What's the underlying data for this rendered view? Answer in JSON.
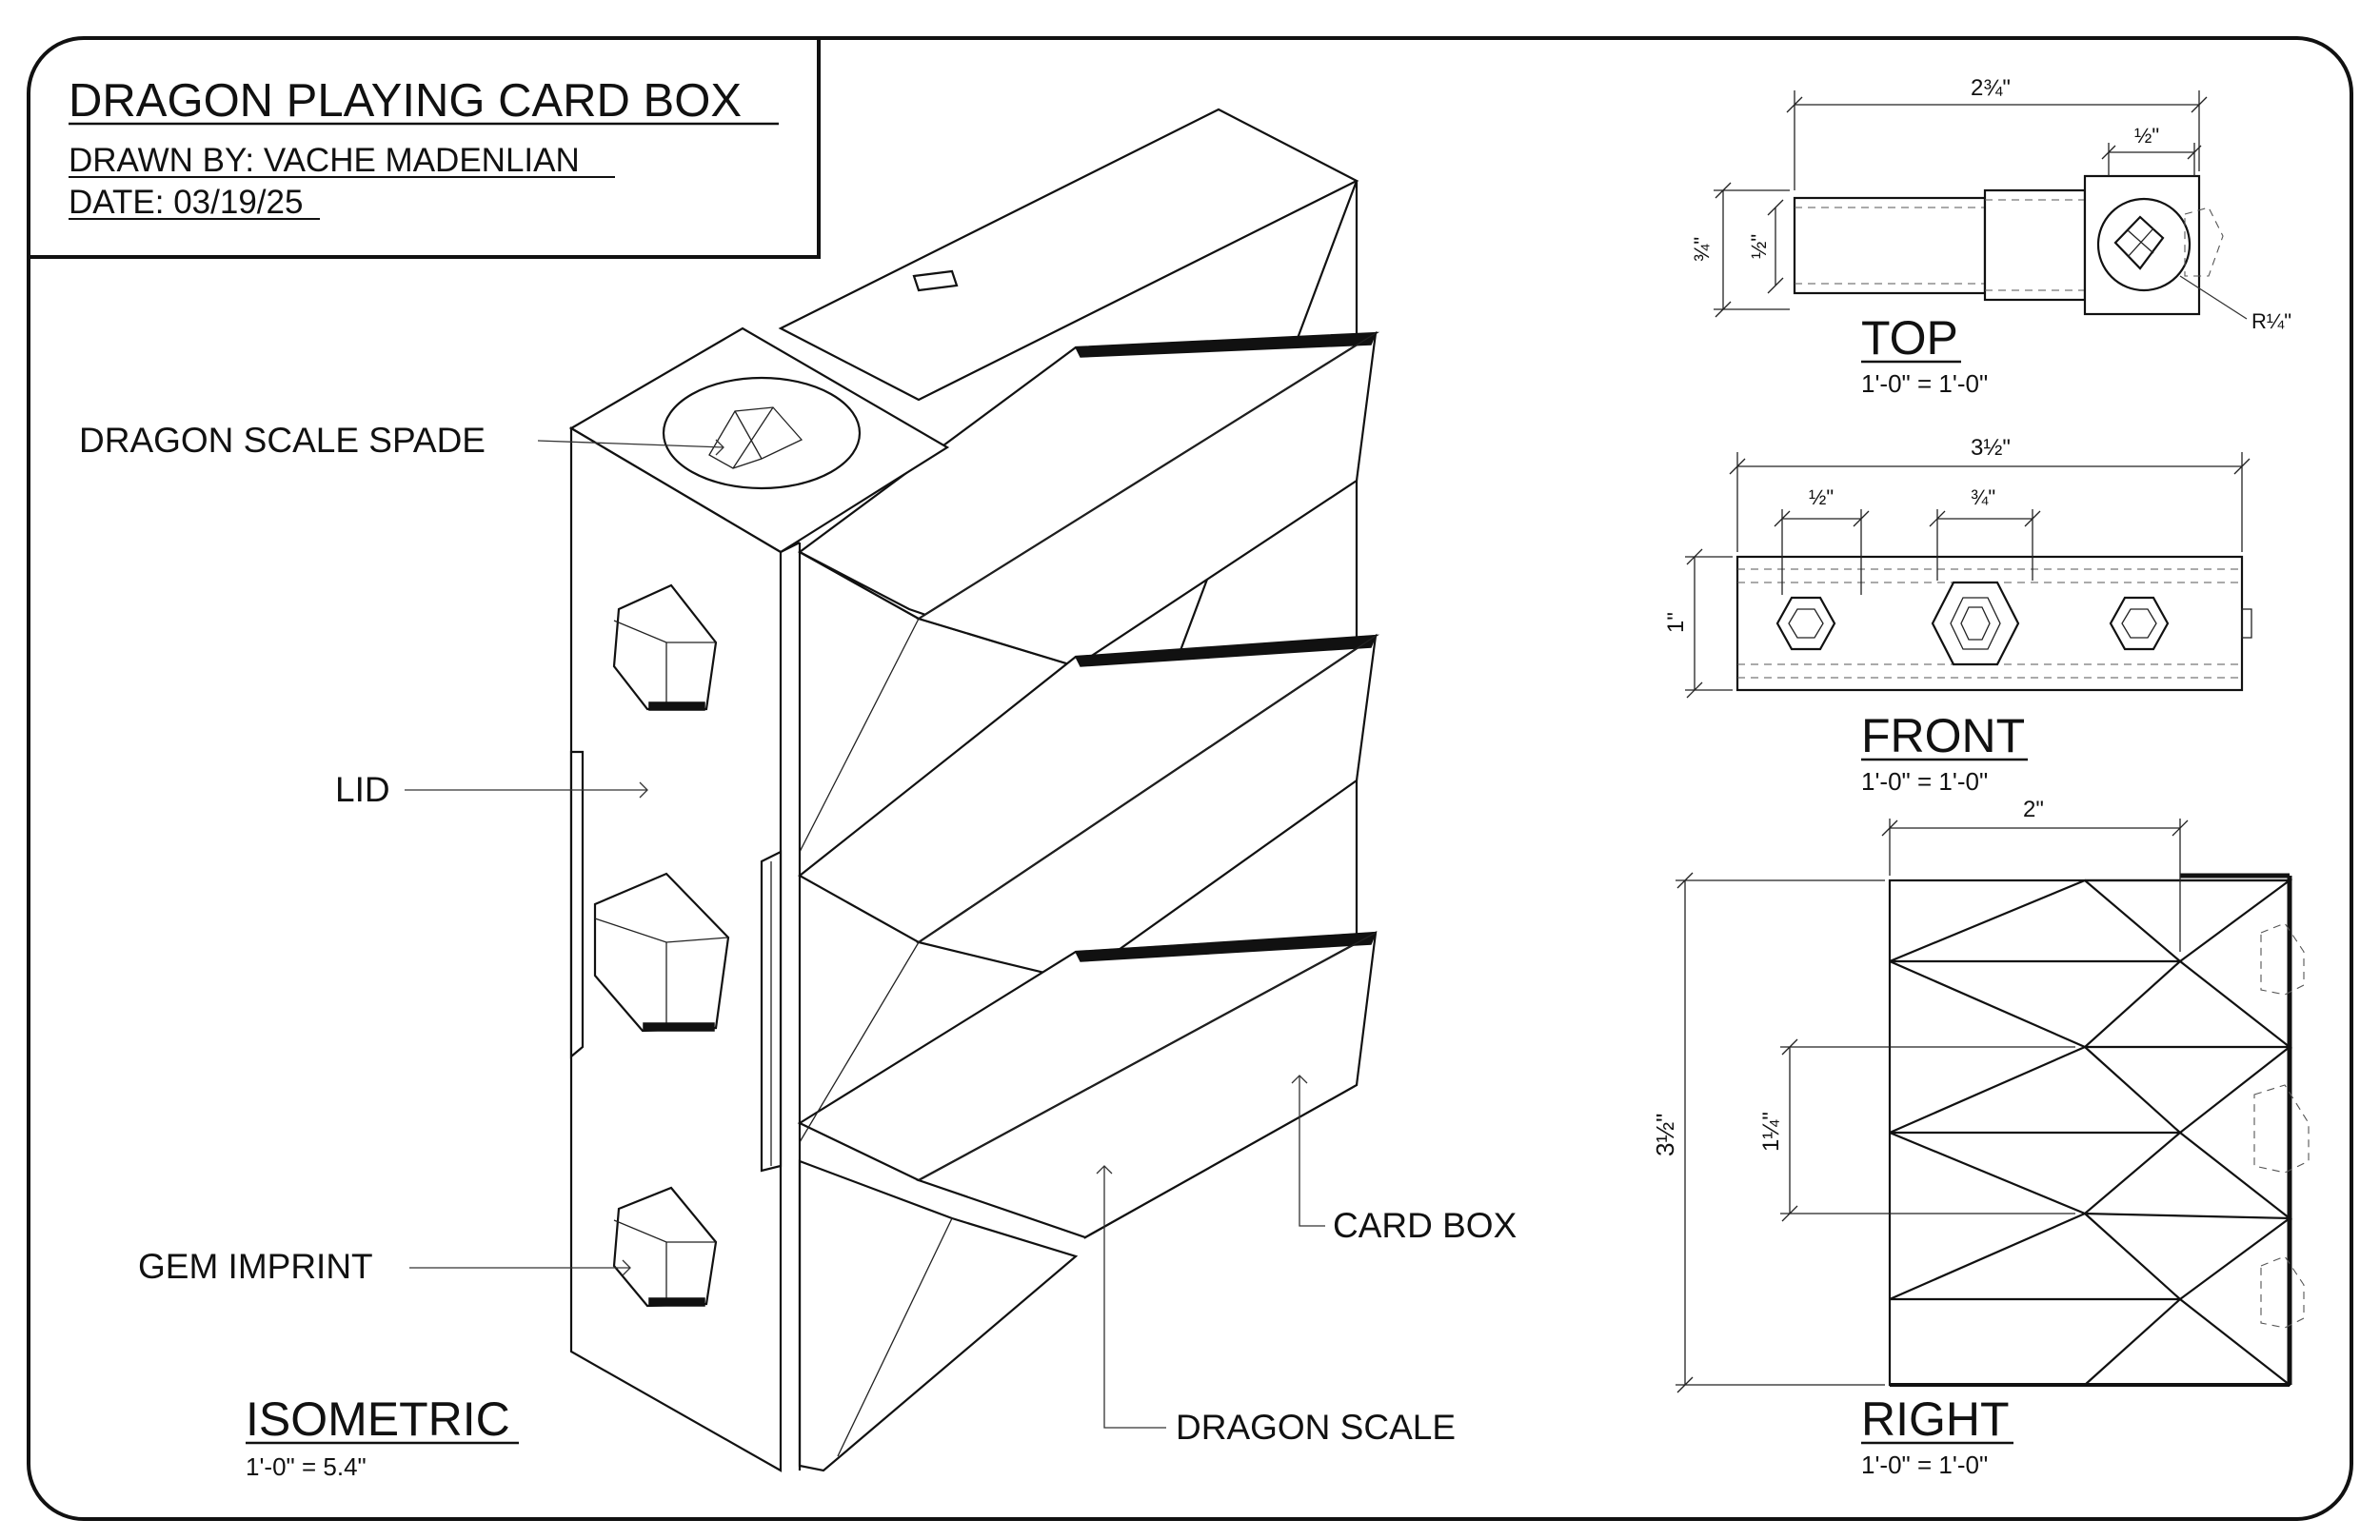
{
  "title_block": {
    "title": "DRAGON PLAYING CARD BOX",
    "drawn_by": "DRAWN BY: VACHE MADENLIAN",
    "date": "DATE: 03/19/25"
  },
  "isometric": {
    "label": "ISOMETRIC",
    "scale": "1'-0\" = 5.4\"",
    "callouts": {
      "spade": "DRAGON SCALE SPADE",
      "lid": "LID",
      "gem": "GEM IMPRINT",
      "card_box": "CARD BOX",
      "dragon_scale": "DRAGON SCALE"
    }
  },
  "top_view": {
    "label": "TOP",
    "scale": "1'-0\" = 1'-0\"",
    "dims": {
      "width": "2¾\"",
      "notch": "½\"",
      "depth_outer": "¾\"",
      "depth_inner": "½\"",
      "radius": "R¼\""
    }
  },
  "front_view": {
    "label": "FRONT",
    "scale": "1'-0\" = 1'-0\"",
    "dims": {
      "width": "3½\"",
      "gem_small": "½\"",
      "gem_large": "¾\"",
      "height": "1\""
    }
  },
  "right_view": {
    "label": "RIGHT",
    "scale": "1'-0\" = 1'-0\"",
    "dims": {
      "width": "2\"",
      "height": "3½\"",
      "scale_pitch": "1¼\""
    }
  }
}
